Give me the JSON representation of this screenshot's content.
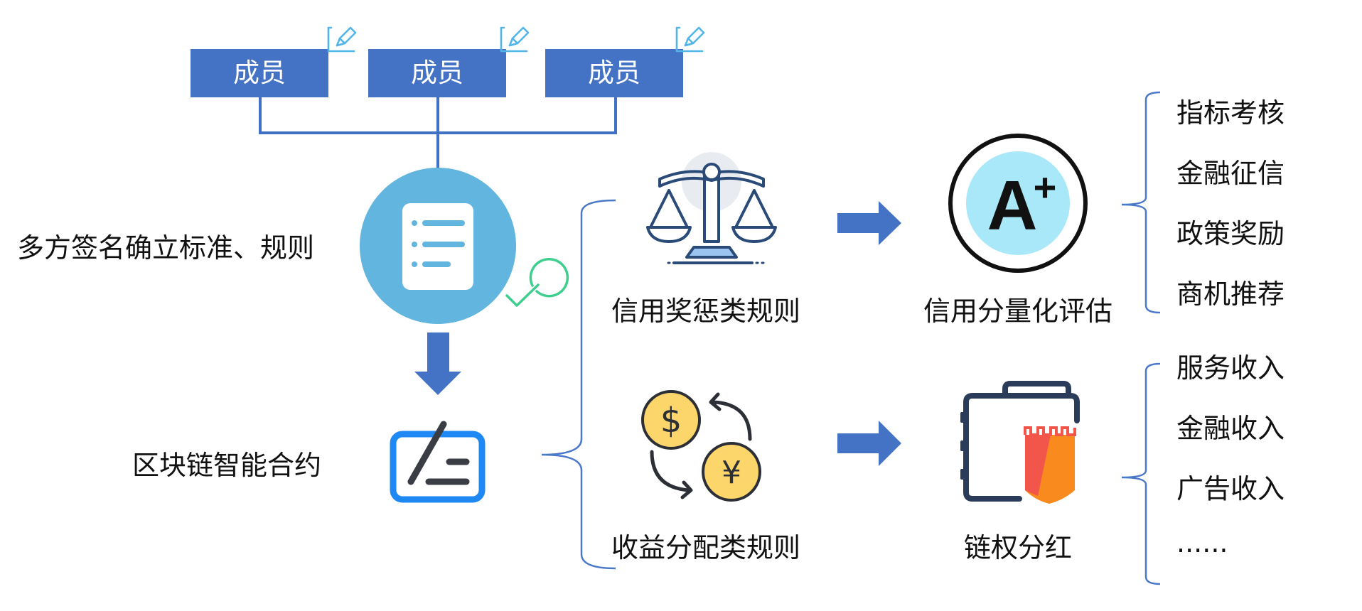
{
  "colors": {
    "member_box": "#4472c4",
    "connector": "#3f72c6",
    "doc_circle": "#62b5de",
    "arrow": "#4472c4",
    "brace": "#4a78c9",
    "check": "#3ecf8e",
    "contract": "#1e88f5",
    "scale": "#2a4a78",
    "coin": "#fcd66a",
    "badge_fill": "#a8e8f8",
    "bag": "#2a3c5a",
    "flag_orange": "#f98a1e",
    "flag_red": "#f2554a"
  },
  "members": [
    {
      "label": "成员"
    },
    {
      "label": "成员"
    },
    {
      "label": "成员"
    }
  ],
  "left_labels": {
    "signature": "多方签名确立标准、规则",
    "contract": "区块链智能合约"
  },
  "rules": {
    "credit": "信用奖惩类规则",
    "profit": "收益分配类规则"
  },
  "outcomes": {
    "credit_eval": "信用分量化评估",
    "dividend": "链权分红",
    "grade": "A",
    "grade_sup": "+"
  },
  "credit_uses": [
    "指标考核",
    "金融征信",
    "政策奖励",
    "商机推荐"
  ],
  "income_types": [
    "服务收入",
    "金融收入",
    "广告收入",
    "......"
  ],
  "icons": {
    "edit": "edit-icon",
    "document": "document-icon",
    "check": "check-icon",
    "contract": "smart-contract-icon",
    "scale": "balance-scale-icon",
    "exchange": "currency-exchange-icon",
    "grade": "grade-badge-icon",
    "bag": "bag-flag-icon"
  }
}
